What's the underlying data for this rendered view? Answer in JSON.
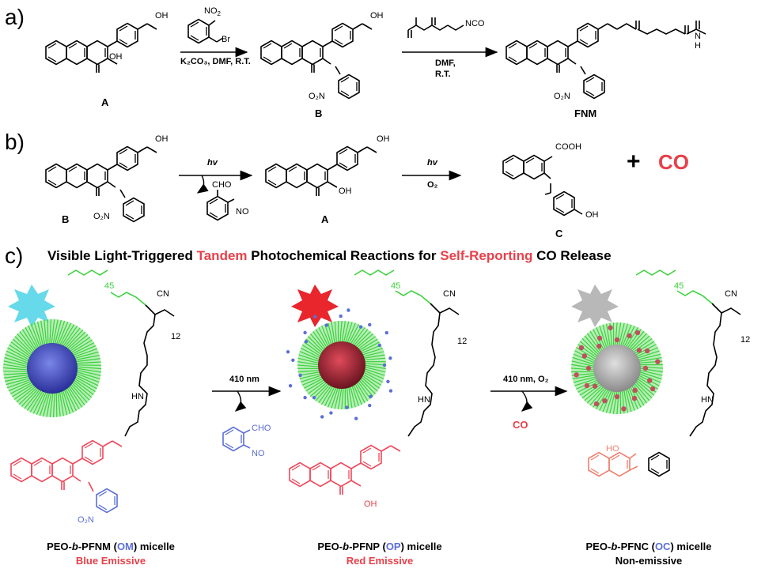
{
  "panels": {
    "a": {
      "letter": "a)",
      "reagent1": {
        "top": "NO",
        "sub": "2",
        "br": "Br",
        "cond": "K",
        "cond_full": "K₂CO₃, DMF, R.T."
      },
      "reagent2": {
        "isocyanate": "NCO",
        "cond1": "DMF,",
        "cond2": "R.T."
      },
      "labels": {
        "A": "A",
        "B": "B",
        "FNM": "FNM"
      },
      "groups": {
        "oh": "OH",
        "nh": "N",
        "h": "H",
        "no2": "O₂N"
      }
    },
    "b": {
      "letter": "b)",
      "arrow1": "hv",
      "arrow2_top": "hv",
      "arrow2_bot": "O₂",
      "byproduct_cho": "CHO",
      "byproduct_no": "NO",
      "labels": {
        "B": "B",
        "A": "A",
        "C": "C"
      },
      "cooh": "COOH",
      "oh": "OH",
      "plus": "+",
      "co": "CO"
    },
    "c": {
      "letter": "c)",
      "title_parts": [
        {
          "text": "Visible Light-Triggered ",
          "color": "black"
        },
        {
          "text": "Tandem",
          "color": "red"
        },
        {
          "text": " Photochemical Reactions for ",
          "color": "black"
        },
        {
          "text": "Self-Reporting",
          "color": "red"
        },
        {
          "text": " CO Release",
          "color": "black"
        }
      ],
      "peg_sub": "45",
      "poly_sub": "12",
      "cn": "CN",
      "nh": "HN",
      "arrow1": "410 nm",
      "arrow2": "410 nm, O₂",
      "byproduct_cho": "CHO",
      "byproduct_no": "NO",
      "co_release": "CO",
      "oh": "OH",
      "ho": "HO",
      "no2": "O₂N",
      "micelles": [
        {
          "name_pre": "PEO-",
          "name_b": "b",
          "name_post": "-PFNM (",
          "abbr": "OM",
          "name_end": ") micelle",
          "emission": "Blue Emissive"
        },
        {
          "name_pre": "PEO-",
          "name_b": "b",
          "name_post": "-PFNP (",
          "abbr": "OP",
          "name_end": ") micelle",
          "emission": "Red Emissive"
        },
        {
          "name_pre": "PEO-",
          "name_b": "b",
          "name_post": "-PFNC (",
          "abbr": "OC",
          "name_end": ") micelle",
          "emission": "Non-emissive"
        }
      ]
    }
  },
  "colors": {
    "red": "#e8404a",
    "blue": "#5b6fd6",
    "salmon": "#f08070",
    "green": "#3bd13b",
    "cyan_star": "#66d9ea",
    "red_star": "#e8262c",
    "gray_star": "#b8b8b8"
  }
}
